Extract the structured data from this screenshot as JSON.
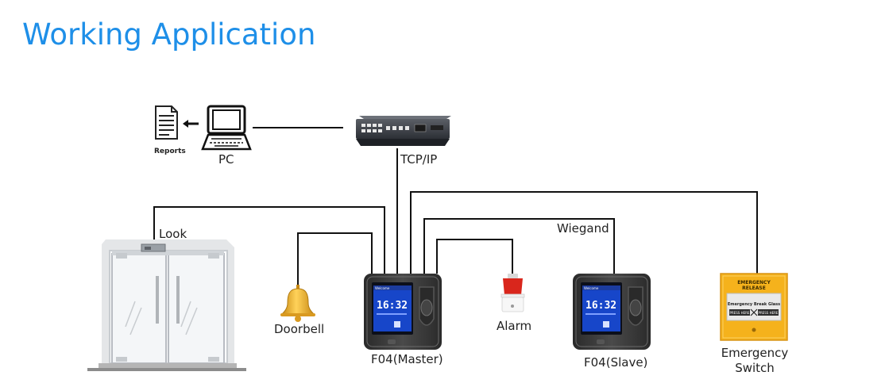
{
  "title": "Working Application",
  "labels": {
    "reports": "Reports",
    "pc": "PC",
    "tcpip": "TCP/IP",
    "lock": "Look",
    "wiegand": "Wiegand",
    "doorbell": "Doorbell",
    "alarm": "Alarm",
    "master": "F04(Master)",
    "slave": "F04(Slave)",
    "emergency_line1": "Emergency",
    "emergency_line2": "Switch"
  },
  "device_screen": {
    "time": "16:32",
    "brand": "Welcome"
  },
  "emergency_box": {
    "header_line1": "EMERGENCY",
    "header_line2": "RELEASE",
    "glass_text": "Emergency Break Glass",
    "press_left": "PRESS HERE",
    "press_right": "PRESS HERE"
  },
  "colors": {
    "title": "#1e8fe8",
    "line": "#111111",
    "device_body": "#3a3a3a",
    "screen": "#1646c8",
    "emergency": "#f5b21c",
    "bell": "#e9a824",
    "alarm": "#d9261c"
  }
}
